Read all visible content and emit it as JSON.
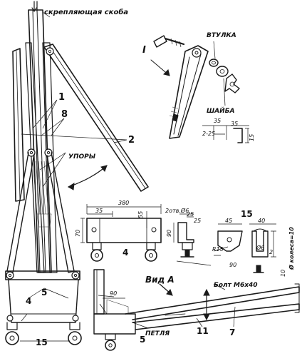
{
  "labels": {
    "clamp_bracket": "скрепляющая скоба",
    "bushing": "ВТУЛКА",
    "washer": "ШАЙБА",
    "stops": "УПОРЫ",
    "view_a": "Вид А",
    "loop": "ПЕТЛЯ",
    "bolt": "Болт М6х40",
    "wheel_axle": "Ø колеса=10",
    "holes": "2отв.Ø6",
    "detail_mark": "I",
    "view_mark": "А"
  },
  "part_numbers": {
    "p1": "1",
    "p2": "2",
    "p4a": "4",
    "p4b": "4",
    "p5a": "5",
    "p5b": "5",
    "p7": "7",
    "p8": "8",
    "p11": "11",
    "p15a": "15",
    "p15b": "15"
  },
  "dimensions": {
    "d380": "380",
    "d35a": "35",
    "d35b": "35",
    "d55": "55",
    "d70": "70",
    "d25a": "25",
    "d25b": "25",
    "d90a": "90",
    "d90b": "90",
    "d90c": "90",
    "d45": "45",
    "d40": "40",
    "d2": "2",
    "d6": "Ø6",
    "r15": "R15",
    "d10": "10",
    "d225": "2-25",
    "d35c": "35",
    "d15": "15"
  },
  "colors": {
    "ink": "#1a1a1a",
    "paper": "#ffffff"
  }
}
